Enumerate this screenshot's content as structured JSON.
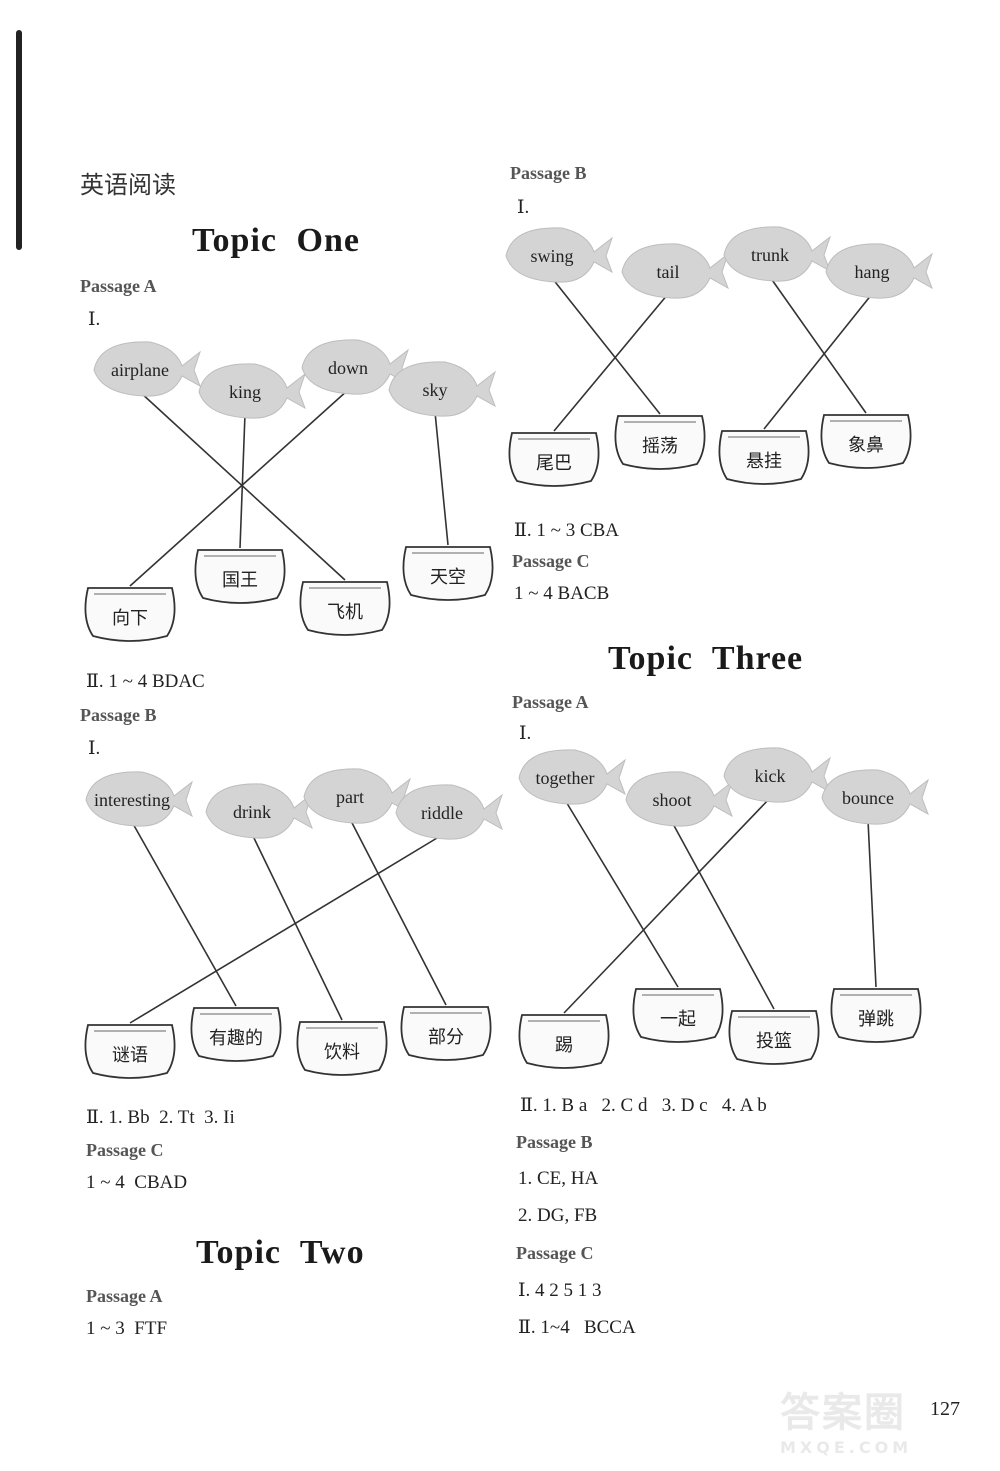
{
  "header": {
    "section_title": "英语阅读"
  },
  "page_number": "127",
  "watermark": {
    "main": "答案圈",
    "url": "MXQE.COM"
  },
  "left": {
    "topic_one": {
      "title": "Topic  One",
      "passage_a": {
        "label": "Passage A",
        "part1": {
          "roman": "Ⅰ.",
          "fish": [
            "airplane",
            "king",
            "down",
            "sky"
          ],
          "pots": [
            "向下",
            "国王",
            "飞机",
            "天空"
          ],
          "matches": [
            [
              0,
              2
            ],
            [
              1,
              1
            ],
            [
              2,
              0
            ],
            [
              3,
              3
            ]
          ]
        },
        "part2": "Ⅱ. 1 ~ 4 BDAC"
      },
      "passage_b": {
        "label": "Passage B",
        "part1": {
          "roman": "Ⅰ.",
          "fish": [
            "interesting",
            "drink",
            "part",
            "riddle"
          ],
          "pots": [
            "谜语",
            "有趣的",
            "饮料",
            "部分"
          ],
          "matches": [
            [
              0,
              1
            ],
            [
              1,
              2
            ],
            [
              2,
              3
            ],
            [
              3,
              0
            ]
          ]
        },
        "part2": "Ⅱ. 1. Bb  2. Tt  3. Ii"
      },
      "passage_c": {
        "label": "Passage C",
        "answer": "1 ~ 4  CBAD"
      }
    },
    "topic_two": {
      "title": "Topic  Two",
      "passage_a": {
        "label": "Passage A",
        "answer": "1 ~ 3  FTF"
      }
    }
  },
  "right": {
    "topic_two_cont": {
      "passage_b": {
        "label": "Passage B",
        "part1": {
          "roman": "Ⅰ.",
          "fish": [
            "swing",
            "tail",
            "trunk",
            "hang"
          ],
          "pots": [
            "尾巴",
            "摇荡",
            "悬挂",
            "象鼻"
          ],
          "matches": [
            [
              0,
              1
            ],
            [
              1,
              0
            ],
            [
              2,
              3
            ],
            [
              3,
              2
            ]
          ]
        },
        "part2": "Ⅱ. 1 ~ 3 CBA"
      },
      "passage_c": {
        "label": "Passage C",
        "answer": "1 ~ 4 BACB"
      }
    },
    "topic_three": {
      "title": "Topic  Three",
      "passage_a": {
        "label": "Passage A",
        "part1": {
          "roman": "Ⅰ.",
          "fish": [
            "together",
            "shoot",
            "kick",
            "bounce"
          ],
          "pots": [
            "踢",
            "一起",
            "投篮",
            "弹跳"
          ],
          "matches": [
            [
              0,
              1
            ],
            [
              1,
              2
            ],
            [
              2,
              0
            ],
            [
              3,
              3
            ]
          ]
        },
        "part2": "Ⅱ. 1. B a   2. C d   3. D c   4. A b"
      },
      "passage_b": {
        "label": "Passage B",
        "lines": [
          "1. CE, HA",
          "2. DG, FB"
        ]
      },
      "passage_c": {
        "label": "Passage C",
        "lines": [
          "Ⅰ. 4 2 5 1 3",
          "Ⅱ. 1~4   BCCA"
        ]
      }
    }
  }
}
